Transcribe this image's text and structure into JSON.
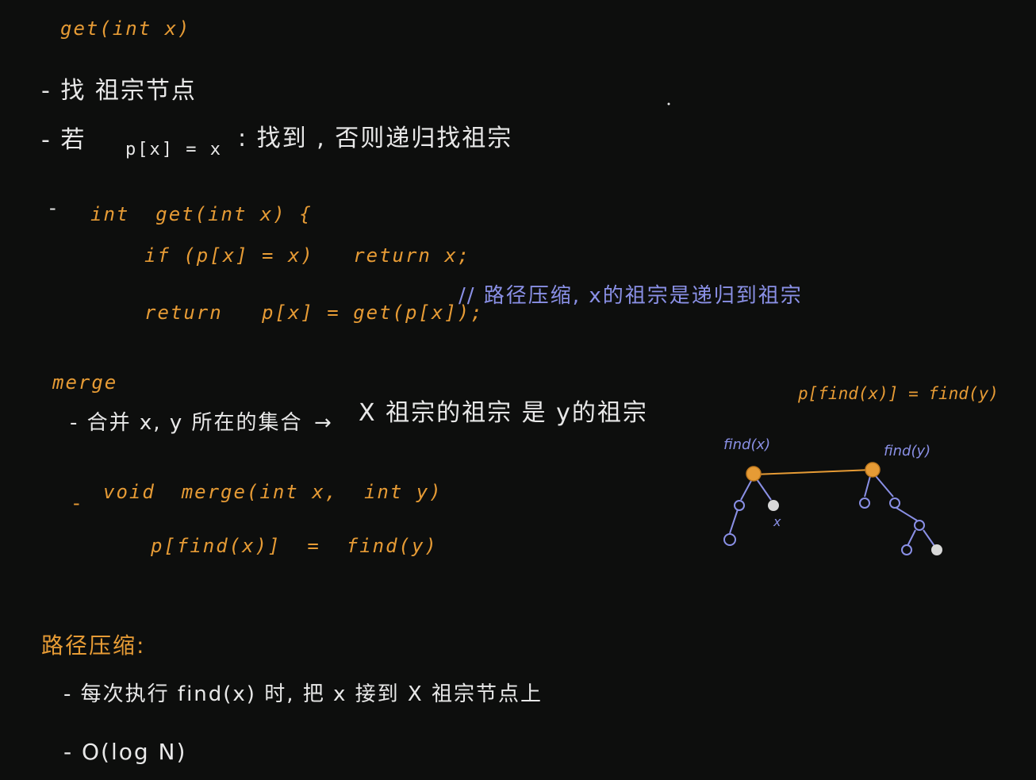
{
  "get_section": {
    "heading": "get(int x)",
    "line1": "- 找 祖宗节点",
    "line2_prefix": "- 若",
    "line2_cond": "p[x] = x",
    "line2_rest": ": 找到 , 否则递归找祖宗",
    "code_dash": "-",
    "code1": "int  get(int x) {",
    "code2": "if (p[x] = x)   return x;",
    "code3": "return   p[x] = get(p[x]);",
    "code3_comment": "// 路径压缩, x的祖宗是递归到祖宗"
  },
  "merge_section": {
    "heading": "merge",
    "line1_prefix": "- 合并 x, y 所在的集合",
    "line1_arrow": "→",
    "line1_rest": "X 祖宗的祖宗 是 y的祖宗",
    "code_dash": "-",
    "code1": "void  merge(int x,  int y)",
    "code2": "p[find(x)]  =  find(y)"
  },
  "diagram": {
    "formula": "p[find(x)] = find(y)",
    "left_root_label": "find(x)",
    "right_root_label": "find(y)",
    "node_label_x": "x",
    "colors": {
      "root": "#e69b35",
      "edge": "#8a90e6",
      "leaf_fill": "#d8d8d8"
    }
  },
  "path_compression": {
    "heading": "路径压缩:",
    "line1": "- 每次执行 find(x) 时, 把 x 接到 X 祖宗节点上",
    "line2": "- O(log N)"
  },
  "colors": {
    "background": "#0d0e0d",
    "orange": "#e69b35",
    "white": "#e8e8e8",
    "blue": "#8a90e6"
  }
}
